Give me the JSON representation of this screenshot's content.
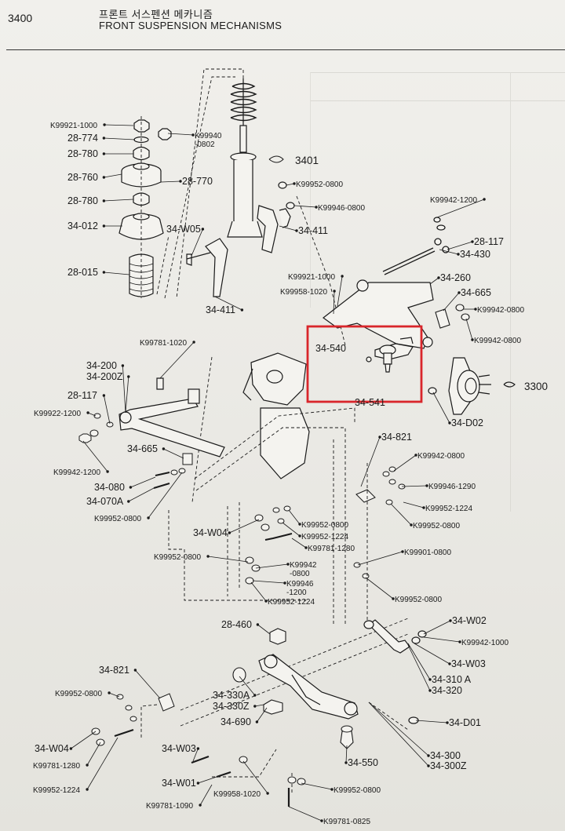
{
  "header": {
    "page_number": "3400",
    "title_ko": "프론트 서스펜션 메카니즘",
    "title_en": "FRONT SUSPENSION MECHANISMS"
  },
  "references": {
    "group_3401": "3401",
    "group_3300": "3300"
  },
  "highlight_box": {
    "color": "#d9262b",
    "part_top": "34-540",
    "part_bottom": "34-541"
  },
  "labels": [
    {
      "id": "k99921-1000-top",
      "text": "K99921-1000"
    },
    {
      "id": "28-774",
      "text": "28-774"
    },
    {
      "id": "k99940-0802",
      "text": "K99940\n-0802"
    },
    {
      "id": "28-780-a",
      "text": "28-780"
    },
    {
      "id": "28-760",
      "text": "28-760"
    },
    {
      "id": "28-770",
      "text": "28-770"
    },
    {
      "id": "28-780-b",
      "text": "28-780"
    },
    {
      "id": "34-012",
      "text": "34-012"
    },
    {
      "id": "34-w05",
      "text": "34-W05"
    },
    {
      "id": "28-015",
      "text": "28-015"
    },
    {
      "id": "34-411-a",
      "text": "34-411"
    },
    {
      "id": "34-411-b",
      "text": "34-411"
    },
    {
      "id": "k99952-0800-a",
      "text": "K99952-0800"
    },
    {
      "id": "k99946-0800",
      "text": "K99946-0800"
    },
    {
      "id": "k99942-1200-r",
      "text": "K99942-1200"
    },
    {
      "id": "28-117-r",
      "text": "28-117"
    },
    {
      "id": "34-430",
      "text": "34-430"
    },
    {
      "id": "k99921-1000-mid",
      "text": "K99921-1000"
    },
    {
      "id": "34-260",
      "text": "34-260"
    },
    {
      "id": "k99958-1020-a",
      "text": "K99958-1020"
    },
    {
      "id": "34-665-r",
      "text": "34-665"
    },
    {
      "id": "k99942-0800-a",
      "text": "K99942-0800"
    },
    {
      "id": "k99942-0800-b",
      "text": "K99942-0800"
    },
    {
      "id": "k99781-1020",
      "text": "K99781-1020"
    },
    {
      "id": "34-200",
      "text": "34-200"
    },
    {
      "id": "34-200z",
      "text": "34-200Z"
    },
    {
      "id": "28-117-l",
      "text": "28-117"
    },
    {
      "id": "k99922-1200",
      "text": "K99922-1200"
    },
    {
      "id": "34-d02",
      "text": "34-D02"
    },
    {
      "id": "34-821-r",
      "text": "34-821"
    },
    {
      "id": "34-665-l",
      "text": "34-665"
    },
    {
      "id": "k99942-0800-c",
      "text": "K99942-0800"
    },
    {
      "id": "k99942-1200-l",
      "text": "K99942-1200"
    },
    {
      "id": "k99946-1290",
      "text": "K99946-1290"
    },
    {
      "id": "34-080",
      "text": "34-080"
    },
    {
      "id": "34-070a",
      "text": "34-070A"
    },
    {
      "id": "k99952-1224-r",
      "text": "K99952-1224"
    },
    {
      "id": "k99952-0800-b",
      "text": "K99952-0800"
    },
    {
      "id": "k99952-0800-c",
      "text": "K99952-0800"
    },
    {
      "id": "k99952-0800-d",
      "text": "K99952-0800"
    },
    {
      "id": "34-w04-top",
      "text": "34-W04"
    },
    {
      "id": "k99952-1224-m",
      "text": "K99952-1224"
    },
    {
      "id": "k99781-1280-m",
      "text": "K99781-1280"
    },
    {
      "id": "k99901-0800",
      "text": "K99901-0800"
    },
    {
      "id": "k99952-0800-e",
      "text": "K99952-0800"
    },
    {
      "id": "k99942-0800-d",
      "text": "K99942\n-0800"
    },
    {
      "id": "k99946-1200",
      "text": "K99946\n-1200"
    },
    {
      "id": "k99952-1224-b",
      "text": "K99952-1224"
    },
    {
      "id": "k99952-0800-f",
      "text": "K99952-0800"
    },
    {
      "id": "28-460",
      "text": "28-460"
    },
    {
      "id": "34-w02",
      "text": "34-W02"
    },
    {
      "id": "k99942-1000",
      "text": "K99942-1000"
    },
    {
      "id": "34-w03-r",
      "text": "34-W03"
    },
    {
      "id": "34-821-l",
      "text": "34-821"
    },
    {
      "id": "34-310a",
      "text": "34-310 A"
    },
    {
      "id": "34-320",
      "text": "34-320"
    },
    {
      "id": "k99952-0800-g",
      "text": "K99952-0800"
    },
    {
      "id": "34-330a",
      "text": "34-330A"
    },
    {
      "id": "34-330z",
      "text": "34-330Z"
    },
    {
      "id": "34-690",
      "text": "34-690"
    },
    {
      "id": "34-d01",
      "text": "34-D01"
    },
    {
      "id": "34-w04-bot",
      "text": "34-W04"
    },
    {
      "id": "34-w03-l",
      "text": "34-W03"
    },
    {
      "id": "k99781-1280-b",
      "text": "K99781-1280"
    },
    {
      "id": "34-550",
      "text": "34-550"
    },
    {
      "id": "34-300",
      "text": "34-300"
    },
    {
      "id": "34-300z",
      "text": "34-300Z"
    },
    {
      "id": "34-w01",
      "text": "34-W01"
    },
    {
      "id": "k99952-1224-l",
      "text": "K99952-1224"
    },
    {
      "id": "k99958-1020-b",
      "text": "K99958-1020"
    },
    {
      "id": "k99952-0800-h",
      "text": "K99952-0800"
    },
    {
      "id": "k99781-1090",
      "text": "K99781-1090"
    },
    {
      "id": "k99781-0825",
      "text": "K99781-0825"
    }
  ]
}
